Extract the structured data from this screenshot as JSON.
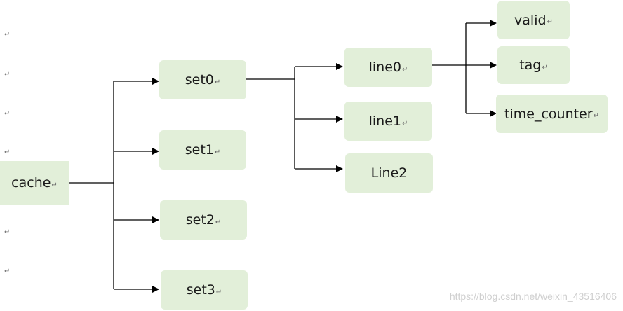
{
  "return_mark": "↵",
  "nodes": {
    "cache": "cache",
    "set0": "set0",
    "set1": "set1",
    "set2": "set2",
    "set3": "set3",
    "line0": "line0",
    "line1": "line1",
    "line2": "Line2",
    "valid": "valid",
    "tag": "tag",
    "time_counter": "time_counter"
  },
  "watermark": "https://blog.csdn.net/weixin_43516406"
}
